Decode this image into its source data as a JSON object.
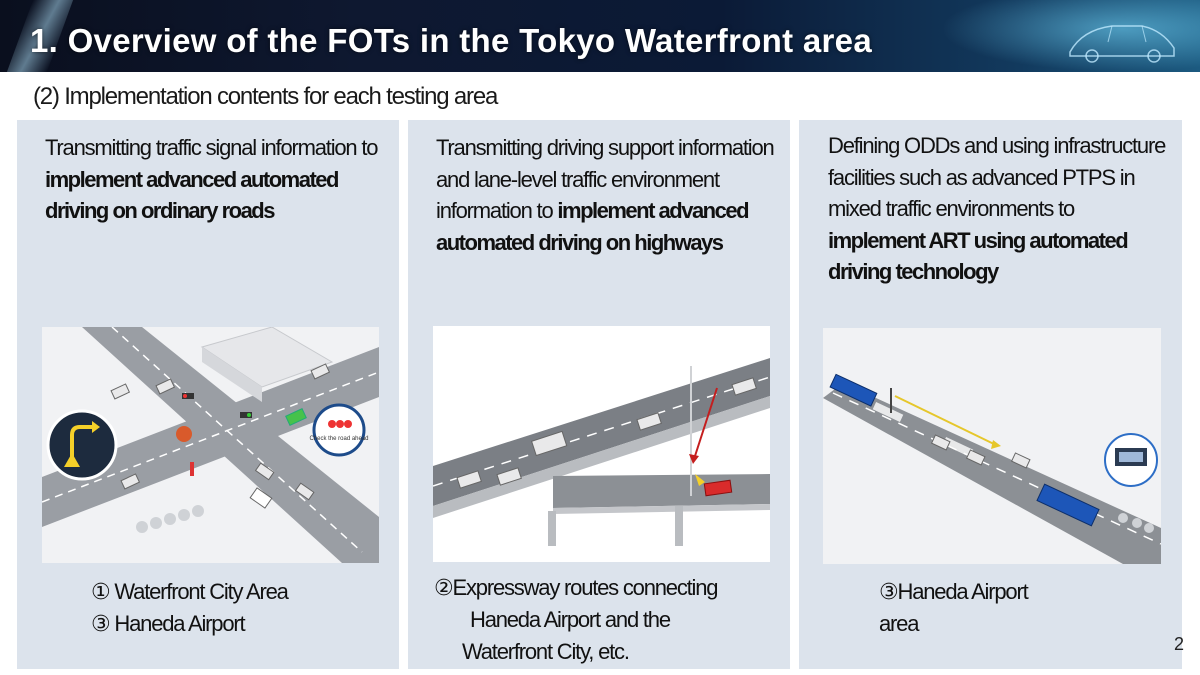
{
  "header": {
    "title": "1. Overview of the FOTs in the Tokyo Waterfront area"
  },
  "subtitle": "(2) Implementation contents for each testing area",
  "panels": [
    {
      "desc_plain": "Transmitting traffic signal information to ",
      "desc_bold": "implement advanced automated driving on ordinary roads",
      "illustration_label": "Check the road ahead",
      "caption_lines": [
        "① Waterfront City Area",
        "③ Haneda Airport"
      ]
    },
    {
      "desc_plain": "Transmitting driving support information and lane-level traffic environment information to ",
      "desc_bold": "implement advanced automated driving on highways",
      "caption_lines": [
        "②Expressway routes connecting",
        "Haneda Airport and the",
        "Waterfront City, etc."
      ]
    },
    {
      "desc_plain": "Defining ODDs and using infrastructure facilities such as advanced PTPS in mixed traffic environments to ",
      "desc_bold": "implement ART using automated driving technology",
      "caption_lines": [
        "③Haneda Airport",
        "area"
      ]
    }
  ],
  "page_number": "2",
  "colors": {
    "panel_bg": "#dce3ec",
    "header_bg": "#0e1830",
    "title_text": "#ffffff"
  }
}
